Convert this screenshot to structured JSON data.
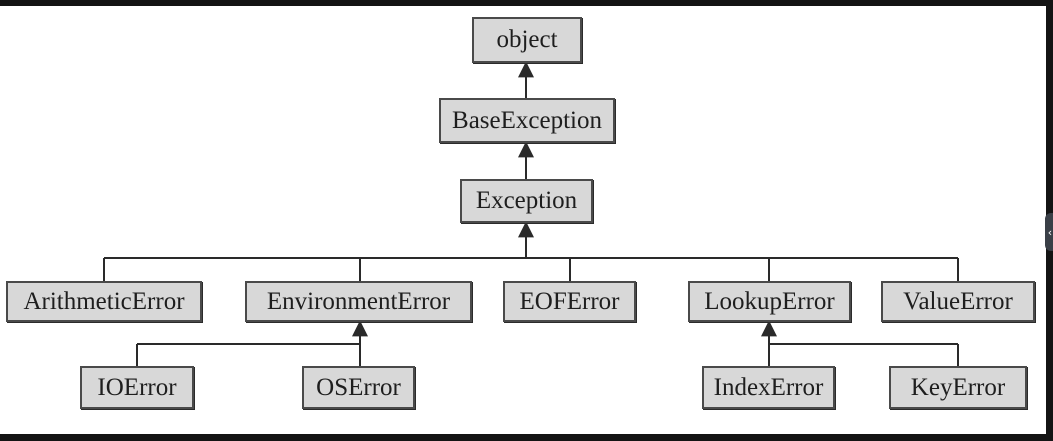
{
  "nodes": {
    "object": "object",
    "base_exception": "BaseException",
    "exception": "Exception",
    "arithmetic_error": "ArithmeticError",
    "environment_error": "EnvironmentError",
    "eof_error": "EOFError",
    "lookup_error": "LookupError",
    "value_error": "ValueError",
    "io_error": "IOError",
    "os_error": "OSError",
    "index_error": "IndexError",
    "key_error": "KeyError"
  },
  "colors": {
    "node_fill": "#d8d8d8",
    "node_border": "#4a4a4a",
    "line": "#2a2a2a",
    "background": "#ffffff",
    "frame": "#141414"
  },
  "icons": {
    "side_tab": "chevron-left-icon"
  }
}
